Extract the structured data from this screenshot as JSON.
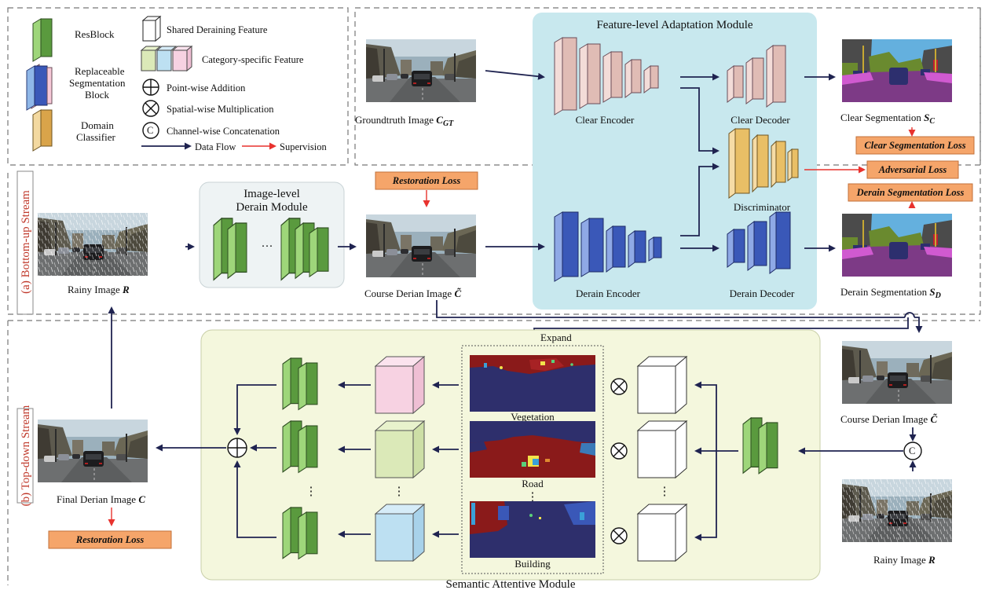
{
  "legend": {
    "resblock": "ResBlock",
    "replaceable_1": "Replaceable",
    "replaceable_2": "Segmentation",
    "replaceable_3": "Block",
    "domain_1": "Domain",
    "domain_2": "Classifier",
    "shared": "Shared Deraining Feature",
    "category": "Category-specific Feature",
    "pointwise": "Point-wise Addition",
    "spatialwise": "Spatial-wise Multiplication",
    "channelwise": "Channel-wise Concatenation",
    "concat_symbol": "C",
    "data_flow": "Data Flow",
    "supervision": "Supervision"
  },
  "streams": {
    "bottom_up": "(a) Bottom-up Stream",
    "top_down": "(b) Top-down Stream"
  },
  "top": {
    "gt_label": "Groundtruth Image",
    "gt_symbol": "C",
    "gt_sub": "GT",
    "fam_title": "Feature-level Adaptation Module",
    "clear_encoder": "Clear Encoder",
    "clear_decoder": "Clear Decoder",
    "clear_seg_label": "Clear Segmentation",
    "clear_seg_symbol": "S",
    "clear_seg_sub": "C",
    "clear_seg_loss": "Clear Segmentation Loss",
    "adversarial_loss": "Adversarial Loss",
    "derain_seg_loss": "Derain Segmentation Loss",
    "discriminator": "Discriminator",
    "restoration_loss": "Restoration Loss",
    "idm_title_1": "Image-level",
    "idm_title_2": "Derain Module",
    "ellipsis": "···",
    "rainy_label": "Rainy Image",
    "rainy_symbol": "R",
    "course_label": "Course Derian Image",
    "course_symbol": "C̃",
    "derain_encoder": "Derain Encoder",
    "derain_decoder": "Derain Decoder",
    "derain_seg_label": "Derain Segmentation",
    "derain_seg_symbol": "S",
    "derain_seg_sub": "D"
  },
  "bottom": {
    "expand": "Expand",
    "vegetation": "Vegetation",
    "road": "Road",
    "building": "Building",
    "sam_title": "Semantic Attentive Module",
    "final_label": "Final Derian Image",
    "final_symbol": "C",
    "restoration_loss": "Restoration Loss",
    "course_label": "Course Derian Image",
    "course_symbol": "C̃",
    "rainy_label": "Rainy Image",
    "rainy_symbol": "R",
    "concat_symbol": "C",
    "vdots": "⋮"
  },
  "colors": {
    "resblock_green": "#5a9a3e",
    "segblock_blue": "#3a58b8",
    "classifier_gold": "#e9bf66",
    "clear_pink": "#e9c8c2",
    "fam_bg": "#c8e8ee",
    "sam_bg": "#f4f7dd",
    "idm_bg": "#eef3f4",
    "loss_orange": "#f5a56a",
    "flow_navy": "#1f2350",
    "supervision_red": "#e8322e",
    "seg_navy": "#2d2f6e",
    "seg_purple": "#7d3a86"
  }
}
